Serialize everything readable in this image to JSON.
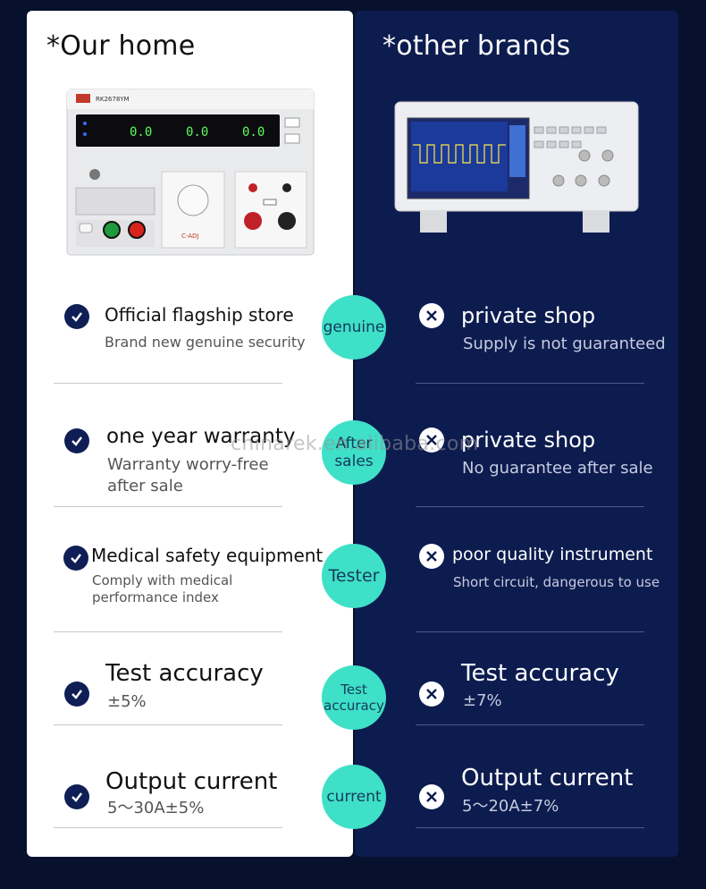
{
  "headers": {
    "left": "*Our home",
    "right": "*other brands"
  },
  "device_left": {
    "model": "RK2678YM",
    "displays": [
      "0.0",
      "0.0",
      "0.0"
    ],
    "adjust_label": "C-ADJ"
  },
  "rows": [
    {
      "badge": "genuine",
      "left_title": "Official flagship store",
      "left_sub": [
        "Brand new genuine security"
      ],
      "right_title": "private shop",
      "right_sub": [
        "Supply is not guaranteed"
      ]
    },
    {
      "badge": "After sales",
      "left_title": "one year warranty",
      "left_sub": [
        "Warranty worry-free",
        "after sale"
      ],
      "right_title": "private shop",
      "right_sub": [
        "No guarantee after sale"
      ]
    },
    {
      "badge": "Tester",
      "left_title": "Medical safety equipment",
      "left_sub": [
        "Comply with medical",
        "performance index"
      ],
      "right_title": "poor quality instrument",
      "right_sub": [
        "Short circuit, dangerous to use"
      ]
    },
    {
      "badge": "Test accuracy",
      "left_title": "Test accuracy",
      "left_sub": [
        "±5%"
      ],
      "right_title": "Test accuracy",
      "right_sub": [
        "±7%"
      ]
    },
    {
      "badge": "current",
      "left_title": "Output current",
      "left_sub": [
        "5～30A±5%"
      ],
      "right_title": "Output current",
      "right_sub": [
        "5～20A±7%"
      ]
    }
  ],
  "watermark": "chinarek.en.alibaba.com",
  "colors": {
    "badge": "#3ee0c8",
    "panel_right": "#0d1c4f",
    "check": "#0f1f55"
  }
}
